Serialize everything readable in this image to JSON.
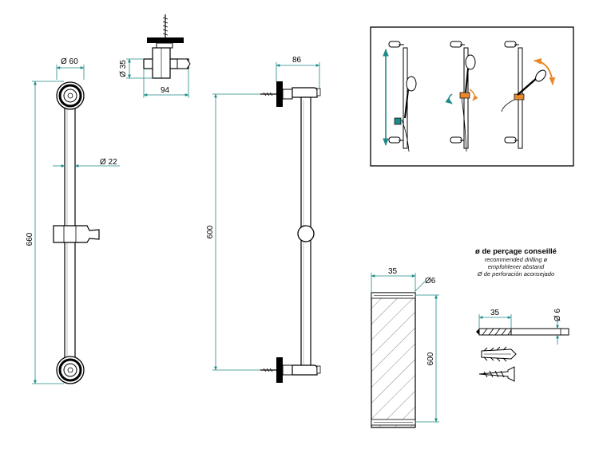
{
  "dimensions": {
    "bar_diameter_top": "Ø 60",
    "wall_bracket_height": "Ø 35",
    "wall_bracket_width": "94",
    "rail_diameter": "Ø 22",
    "overall_length": "660",
    "wall_projection": "86",
    "fixing_distance": "600",
    "wall_depth": "35",
    "wall_hole_diameter": "Ø6",
    "wall_hole_spacing": "600",
    "drill_depth": "35",
    "drill_diameter": "Ø 6"
  },
  "drilling_note": {
    "title": "ø de perçage conseillé",
    "english": "recommended drilling ø",
    "german": "empfohlener abstand",
    "spanish": "Ø de perforación aconsejado"
  },
  "colors": {
    "dimension_line": "#1f8a87",
    "highlight": "#e8892b",
    "outline": "#000000"
  },
  "icons": {
    "adjust_height": "double-arrow-vertical-icon",
    "rotate": "rotate-arrow-icon"
  }
}
